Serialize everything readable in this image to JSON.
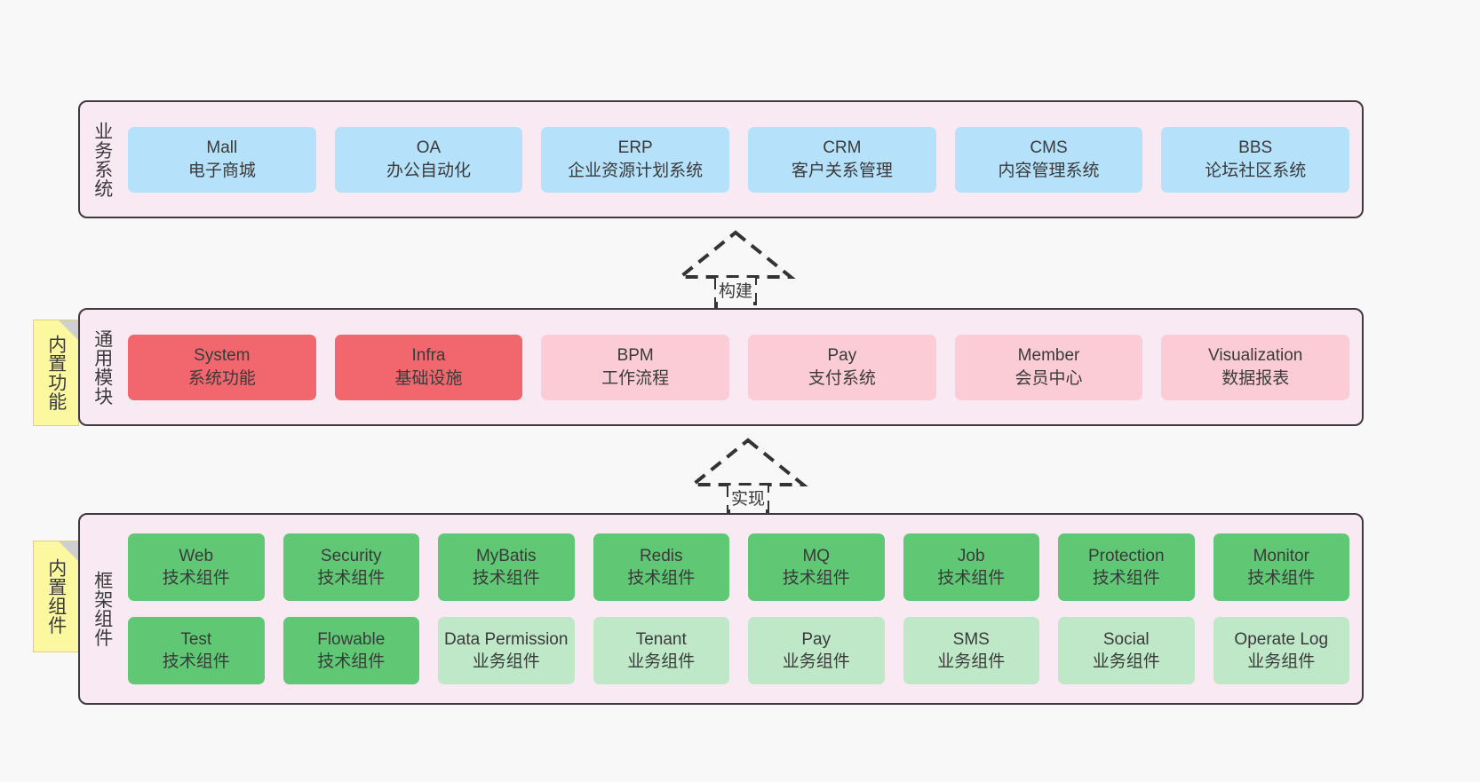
{
  "diagram": {
    "background_color": "#f8f8f8",
    "layer_fill": "#f9e9f3",
    "layer_border": "#3f3a3f",
    "note_fill": "#fbf8a0"
  },
  "layers": [
    {
      "id": "business-system",
      "title": "业务系统",
      "accent": "#b5e1fb",
      "rows": [
        {
          "cards": [
            {
              "name": "Mall",
              "desc": "电子商城"
            },
            {
              "name": "OA",
              "desc": "办公自动化"
            },
            {
              "name": "ERP",
              "desc": "企业资源计划系统"
            },
            {
              "name": "CRM",
              "desc": "客户关系管理"
            },
            {
              "name": "CMS",
              "desc": "内容管理系统"
            },
            {
              "name": "BBS",
              "desc": "论坛社区系统"
            }
          ]
        }
      ]
    },
    {
      "id": "common-module",
      "title": "通用模块",
      "note": "内置功能",
      "accent_strong": "#f2676d",
      "accent_light": "#fbccd6",
      "rows": [
        {
          "cards": [
            {
              "name": "System",
              "desc": "系统功能",
              "tone": "strong"
            },
            {
              "name": "Infra",
              "desc": "基础设施",
              "tone": "strong"
            },
            {
              "name": "BPM",
              "desc": "工作流程",
              "tone": "light"
            },
            {
              "name": "Pay",
              "desc": "支付系统",
              "tone": "light"
            },
            {
              "name": "Member",
              "desc": "会员中心",
              "tone": "light"
            },
            {
              "name": "Visualization",
              "desc": "数据报表",
              "tone": "light"
            }
          ]
        }
      ]
    },
    {
      "id": "framework-component",
      "title": "框架组件",
      "note": "内置组件",
      "accent_strong": "#60c875",
      "accent_light": "#bfe8c8",
      "rows": [
        {
          "cards": [
            {
              "name": "Web",
              "desc": "技术组件",
              "tone": "strong"
            },
            {
              "name": "Security",
              "desc": "技术组件",
              "tone": "strong"
            },
            {
              "name": "MyBatis",
              "desc": "技术组件",
              "tone": "strong"
            },
            {
              "name": "Redis",
              "desc": "技术组件",
              "tone": "strong"
            },
            {
              "name": "MQ",
              "desc": "技术组件",
              "tone": "strong"
            },
            {
              "name": "Job",
              "desc": "技术组件",
              "tone": "strong"
            },
            {
              "name": "Protection",
              "desc": "技术组件",
              "tone": "strong"
            },
            {
              "name": "Monitor",
              "desc": "技术组件",
              "tone": "strong"
            }
          ]
        },
        {
          "cards": [
            {
              "name": "Test",
              "desc": "技术组件",
              "tone": "strong"
            },
            {
              "name": "Flowable",
              "desc": "技术组件",
              "tone": "strong"
            },
            {
              "name": "Data Permission",
              "desc": "业务组件",
              "tone": "light"
            },
            {
              "name": "Tenant",
              "desc": "业务组件",
              "tone": "light"
            },
            {
              "name": "Pay",
              "desc": "业务组件",
              "tone": "light"
            },
            {
              "name": "SMS",
              "desc": "业务组件",
              "tone": "light"
            },
            {
              "name": "Social",
              "desc": "业务组件",
              "tone": "light"
            },
            {
              "name": "Operate Log",
              "desc": "业务组件",
              "tone": "light"
            }
          ]
        }
      ]
    }
  ],
  "connectors": [
    {
      "id": "build",
      "label": "构建"
    },
    {
      "id": "implement",
      "label": "实现"
    }
  ]
}
